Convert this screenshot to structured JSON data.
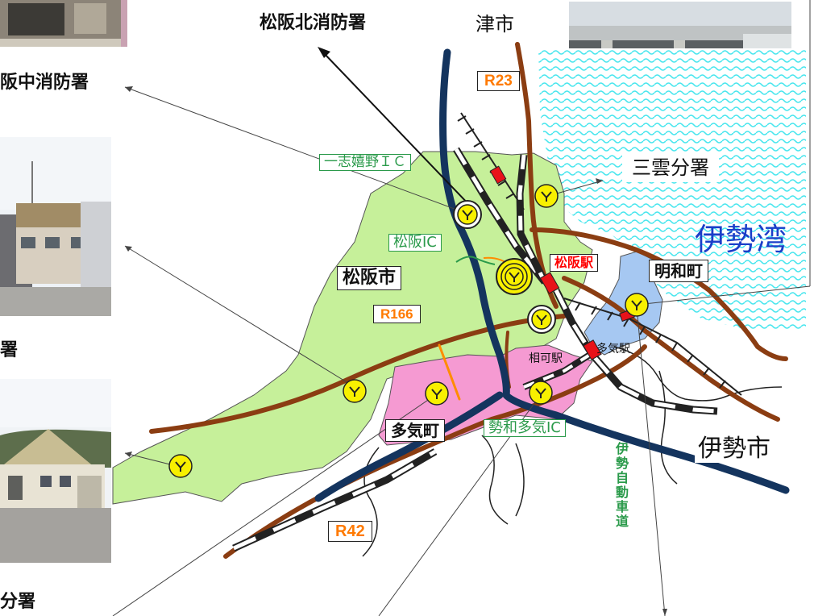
{
  "labels": {
    "north_station": "松阪北消防署",
    "tsu_city": "津市",
    "route23": "R23",
    "ichishi_ic": "一志嬉野ＩＣ",
    "mikumo_branch": "三雲分署",
    "ise_bay": "伊勢湾",
    "matsusaka_ic": "松阪IC",
    "matsusaka_station": "松阪駅",
    "meiwa_town": "明和町",
    "matsusaka_city": "松阪市",
    "route166": "R166",
    "oka_station": "相可駅",
    "taki_station": "多気駅",
    "taki_town": "多気町",
    "seiwa_taki_ic": "勢和多気IC",
    "ise_city": "伊勢市",
    "ise_expressway": "伊勢自動車道",
    "route42": "R42",
    "central_station": "阪中消防署",
    "left_station_cut": "署",
    "bottom_branch_cut": "分署"
  },
  "colors": {
    "city_area": "#c6f09a",
    "taki_area": "#f59ad2",
    "meiwa_area": "#a6c8f2",
    "sea": "#48e6ee",
    "road": "#8b3d12",
    "river": "#14345e",
    "ic_text": "#2a9a4a",
    "route_text": "#ff7a00",
    "station_marker": "#f8f000"
  }
}
